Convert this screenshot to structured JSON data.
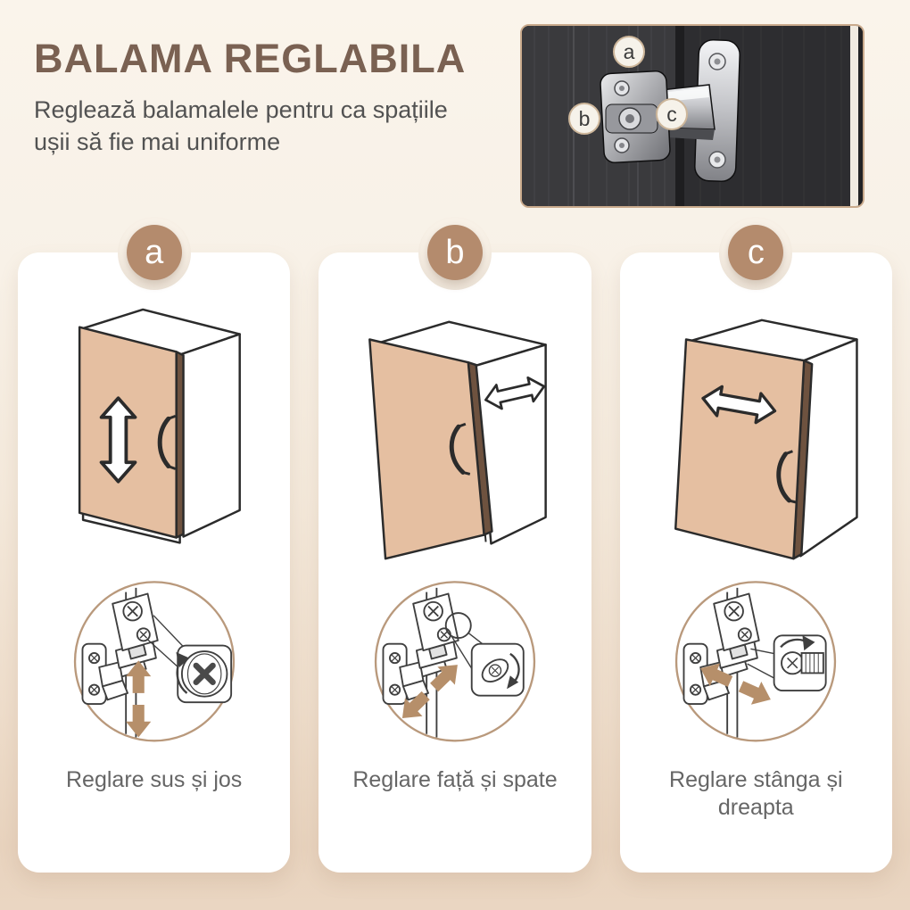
{
  "page": {
    "title": "BALAMA REGLABILA",
    "subtitle": [
      "Reglează balamalele pentru ca spațiile",
      "ușii să fie mai uniforme"
    ]
  },
  "photo": {
    "badges": [
      {
        "label": "a"
      },
      {
        "label": "b"
      },
      {
        "label": "c"
      }
    ]
  },
  "cards": [
    {
      "badge": "a",
      "caption": "Reglare sus și jos"
    },
    {
      "badge": "b",
      "caption": "Reglare față și spate"
    },
    {
      "badge": "c",
      "caption": "Reglare stânga și dreapta"
    }
  ],
  "colors": {
    "title_brown": "#7a6152",
    "badge_tan": "#b48b6d",
    "door_tan": "#e5bfa1",
    "door_edge": "#6e523f",
    "detail_ring": "#b9997c",
    "arrow_tan": "#b68f6a",
    "photo_border": "#c9aa8c",
    "caption_gray": "#666666",
    "background_top": "#faf4eb",
    "background_bottom": "#ead6c2"
  }
}
